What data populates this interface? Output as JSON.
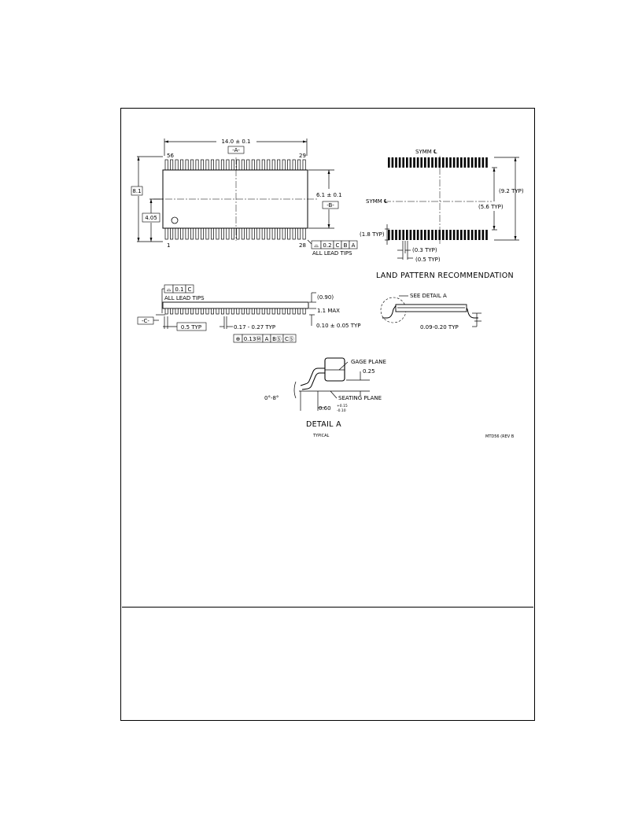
{
  "top_view": {
    "length_dim": "14.0 ± 0.1",
    "datum_a": "-A-",
    "pin_56": "56",
    "pin_29": "29",
    "pin_1": "1",
    "pin_28": "28",
    "height_dim": "8.1",
    "half_height_dim": "4.05",
    "body_width_dim": "6.1 ± 0.1",
    "datum_b": "-B-",
    "tolerance_frame": [
      "⌓",
      "0.2",
      "C",
      "B",
      "A"
    ],
    "lead_tips_note": "ALL LEAD TIPS"
  },
  "land_pattern": {
    "symm_top": "SYMM ℄",
    "symm_left": "SYMM ℄",
    "dim_9_2": "(9.2 TYP)",
    "dim_5_6": "(5.6 TYP)",
    "dim_1_8": "(1.8 TYP)",
    "dim_0_3": "(0.3 TYP)",
    "dim_0_5": "(0.5 TYP)",
    "title": "LAND PATTERN RECOMMENDATION"
  },
  "side_view": {
    "tolerance_frame": [
      "⌓",
      "0.1",
      "C"
    ],
    "lead_tips_note": "ALL LEAD TIPS",
    "datum_c": "-C-",
    "dim_0_90": "(0.90)",
    "dim_max": "1.1 MAX",
    "dim_standoff": "0.10 ± 0.05 TYP",
    "dim_pitch": "0.5 TYP",
    "dim_lead_width": "0.17 - 0.27 TYP",
    "position_frame": [
      "⊕",
      "0.13Ⓜ",
      "A",
      "BⓈ",
      "CⓈ"
    ]
  },
  "end_view": {
    "see_detail": "SEE DETAIL A",
    "dim_thickness": "0.09-0.20 TYP"
  },
  "detail_a": {
    "gage_plane": "GAGE PLANE",
    "dim_0_25": "0.25",
    "seating_plane": "SEATING PLANE",
    "angle": "0°-8°",
    "foot_length": "0.60",
    "foot_tol_plus": "+0.15",
    "foot_tol_minus": "-0.10",
    "title": "DETAIL A",
    "subtitle": "TYPICAL"
  },
  "drawing_number": "MTD56 (REV B"
}
